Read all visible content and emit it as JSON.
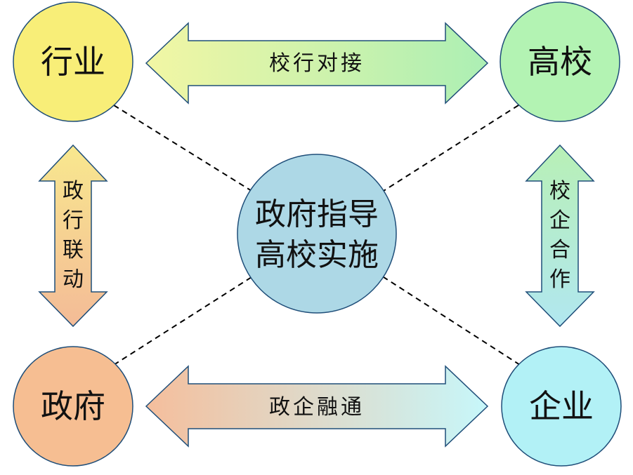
{
  "nodes": {
    "industry": {
      "label": "行业"
    },
    "university": {
      "label": "高校"
    },
    "government": {
      "label": "政府"
    },
    "enterprise": {
      "label": "企业"
    },
    "center": {
      "line1": "政府指导",
      "line2": "高校实施"
    }
  },
  "arrows": {
    "top": {
      "label": "校行对接"
    },
    "bottom": {
      "label": "政企融通"
    },
    "left": {
      "chars": [
        "政",
        "行",
        "联",
        "动"
      ]
    },
    "right": {
      "chars": [
        "校",
        "企",
        "合",
        "作"
      ]
    }
  },
  "colors": {
    "industry": "#F8EE78",
    "university": "#B3F3B3",
    "government": "#F6BE92",
    "enterprise": "#B2F1F6",
    "center": "#ADD8E6",
    "stroke": "#1F4E79",
    "top_arrow_start": "#F2F6A4",
    "top_arrow_end": "#ACEFB4",
    "bottom_arrow_start": "#F5BE9C",
    "bottom_arrow_end": "#C7F7FA",
    "left_arrow_start": "#F8E88E",
    "left_arrow_end": "#F4BB97",
    "right_arrow_start": "#B8F0B5",
    "right_arrow_end": "#B1E7F0"
  }
}
